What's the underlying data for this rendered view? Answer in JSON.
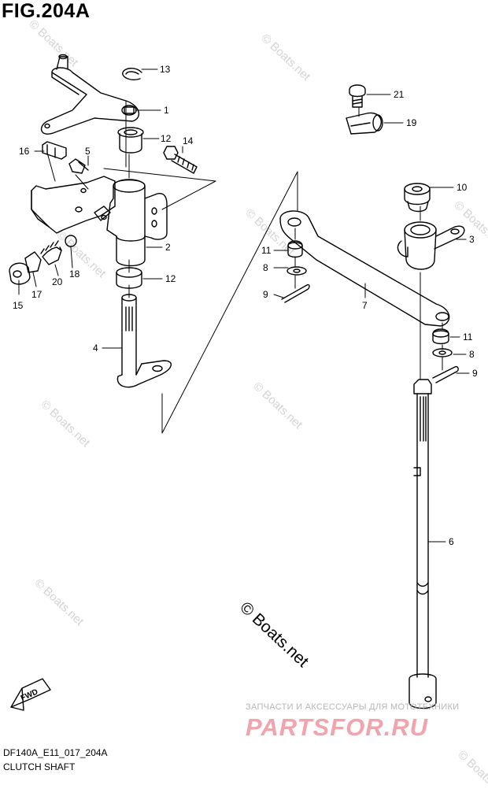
{
  "figure": {
    "title": "FIG.204A",
    "code": "DF140A_E11_017_204A",
    "caption": "CLUTCH SHAFT",
    "copyright": "© Boats.net",
    "watermark": "© Boats.net",
    "ad_text": "ЗАПЧАСТИ И АКСЕССУАРЫ ДЛЯ МОТОТЕХНИКИ",
    "ad_logo": "PARTSFOR.RU",
    "fwd_label": "FWD"
  },
  "callouts": [
    {
      "id": "c13a",
      "number": "13"
    },
    {
      "id": "c1",
      "number": "1"
    },
    {
      "id": "c12a",
      "number": "12"
    },
    {
      "id": "c14",
      "number": "14"
    },
    {
      "id": "c16",
      "number": "16"
    },
    {
      "id": "c5",
      "number": "5"
    },
    {
      "id": "c2",
      "number": "2"
    },
    {
      "id": "c12b",
      "number": "12"
    },
    {
      "id": "c15",
      "number": "15"
    },
    {
      "id": "c17",
      "number": "17"
    },
    {
      "id": "c20",
      "number": "20"
    },
    {
      "id": "c18",
      "number": "18"
    },
    {
      "id": "c4",
      "number": "4"
    },
    {
      "id": "c21",
      "number": "21"
    },
    {
      "id": "c19",
      "number": "19"
    },
    {
      "id": "c10",
      "number": "10"
    },
    {
      "id": "c3",
      "number": "3"
    },
    {
      "id": "c11a",
      "number": "11"
    },
    {
      "id": "c8a",
      "number": "8"
    },
    {
      "id": "c9a",
      "number": "9"
    },
    {
      "id": "c7",
      "number": "7"
    },
    {
      "id": "c11b",
      "number": "11"
    },
    {
      "id": "c8b",
      "number": "8"
    },
    {
      "id": "c9b",
      "number": "9"
    },
    {
      "id": "c6",
      "number": "6"
    }
  ]
}
